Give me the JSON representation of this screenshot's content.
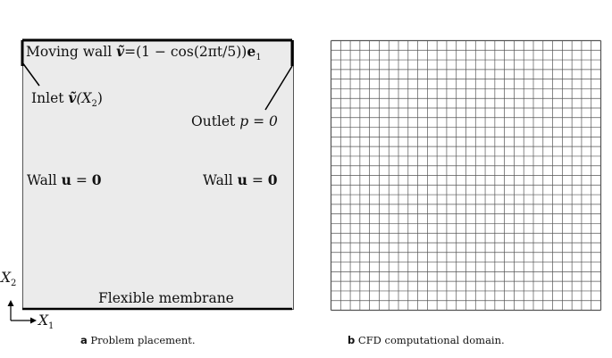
{
  "panel_a": {
    "caption_letter": "a",
    "caption_text": "Problem placement.",
    "moving_wall_label": "Moving wall ",
    "moving_wall_var": "ṽ",
    "moving_wall_eq": "=(1 − cos(2πt/5))",
    "moving_wall_vec": "e",
    "moving_wall_sub": "1",
    "inlet_label": "Inlet ",
    "inlet_var": "ṽ",
    "inlet_arg": "(X",
    "inlet_sub": "2",
    "inlet_close": ")",
    "outlet_label": "Outlet ",
    "outlet_eq": "p = 0",
    "wall_left_label": "Wall ",
    "wall_left_u": "u",
    "wall_left_eq": " = ",
    "wall_left_zero": "0",
    "wall_right_label": "Wall ",
    "wall_right_u": "u",
    "wall_right_eq": " = ",
    "wall_right_zero": "0",
    "membrane_label": "Flexible membrane",
    "axis_x": "X",
    "axis_x_sub": "1",
    "axis_y": "X",
    "axis_y_sub": "2"
  },
  "panel_b": {
    "caption_letter": "b",
    "caption_text": "CFD computational domain.",
    "mesh": {
      "cols": 28,
      "rows": 28,
      "line_color": "#555555"
    }
  },
  "colors": {
    "domain_fill": "#ebebeb",
    "wall_stroke": "#000000"
  }
}
